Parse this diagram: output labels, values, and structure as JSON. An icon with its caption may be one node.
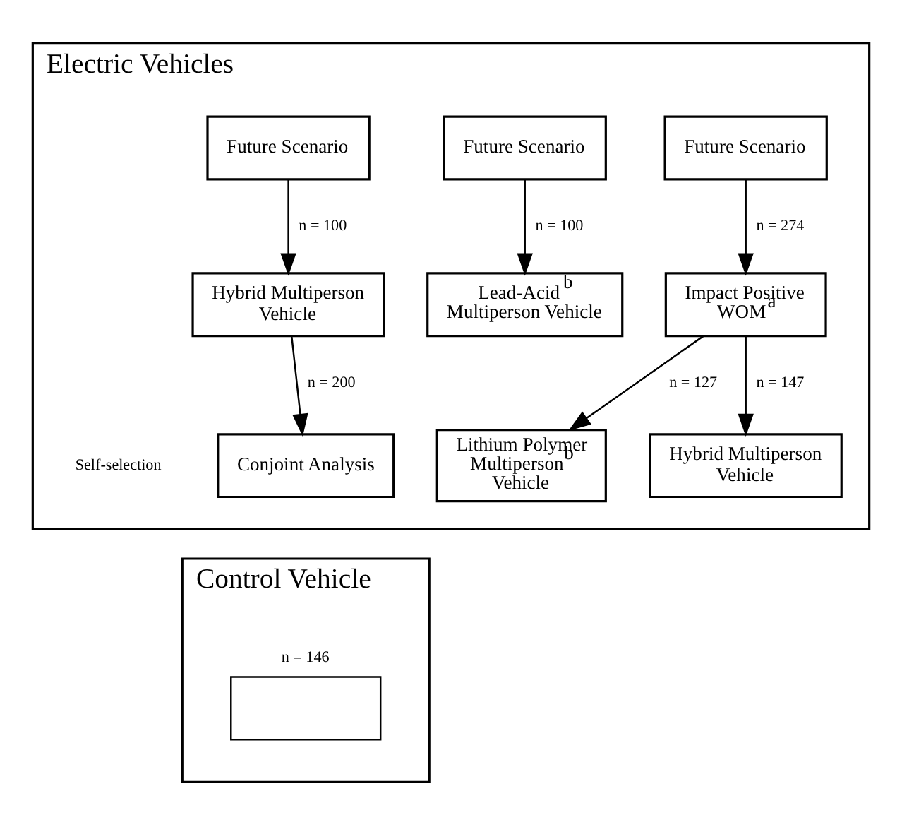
{
  "diagram": {
    "nodes": [
      {
        "text": [
          "Electric Vehicles"
        ]
      },
      {
        "text": [
          "Future Scenario"
        ],
        "in": 0
      },
      {
        "text": [
          "Future Scenario"
        ],
        "in": 0
      },
      {
        "text": [
          "Future Scenario"
        ],
        "in": 0
      },
      {
        "text": [
          "Impact Positive WOM$^{a}$"
        ],
        "in": 0
      },
      {
        "text": [
          "Lead-Acid$^{b}$ Multiperson Vehicle"
        ],
        "in": 0
      },
      {
        "text": [
          "Hybrid Multiperson Vehicle"
        ],
        "in": 0
      },
      {
        "text": [
          "Lithium Polymer Multiperson$^{b}$ Vehicle"
        ],
        "in": 0
      },
      {
        "text": [
          "Hybrid Multiperson Vehicle"
        ],
        "in": 0
      },
      {
        "text": [
          "Conjoint Analysis"
        ],
        "in": 0
      },
      {
        "text": [
          "Control Vehicle"
        ]
      },
      {
        "text": [],
        "shape": "box",
        "in": 10,
        "beside": [
          "n = 146"
        ]
      }
    ],
    "edges": [
      {
        "from": 1,
        "to": 4,
        "arrow": "to",
        "label": "n = 274"
      },
      {
        "from": 2,
        "to": 5,
        "arrow": "to",
        "label": "n = 100"
      },
      {
        "from": 3,
        "to": 6,
        "arrow": "to",
        "label": "n = 100"
      },
      {
        "from": 4,
        "to": 7,
        "arrow": "to",
        "label": "n = 127"
      },
      {
        "from": 4,
        "to": 8,
        "arrow": "to",
        "label": "n = 147"
      },
      {
        "from": 6,
        "to": 9,
        "arrow": "to",
        "label": "n = 200"
      }
    ],
    "labels": [
      "Self-selection"
    ]
  }
}
